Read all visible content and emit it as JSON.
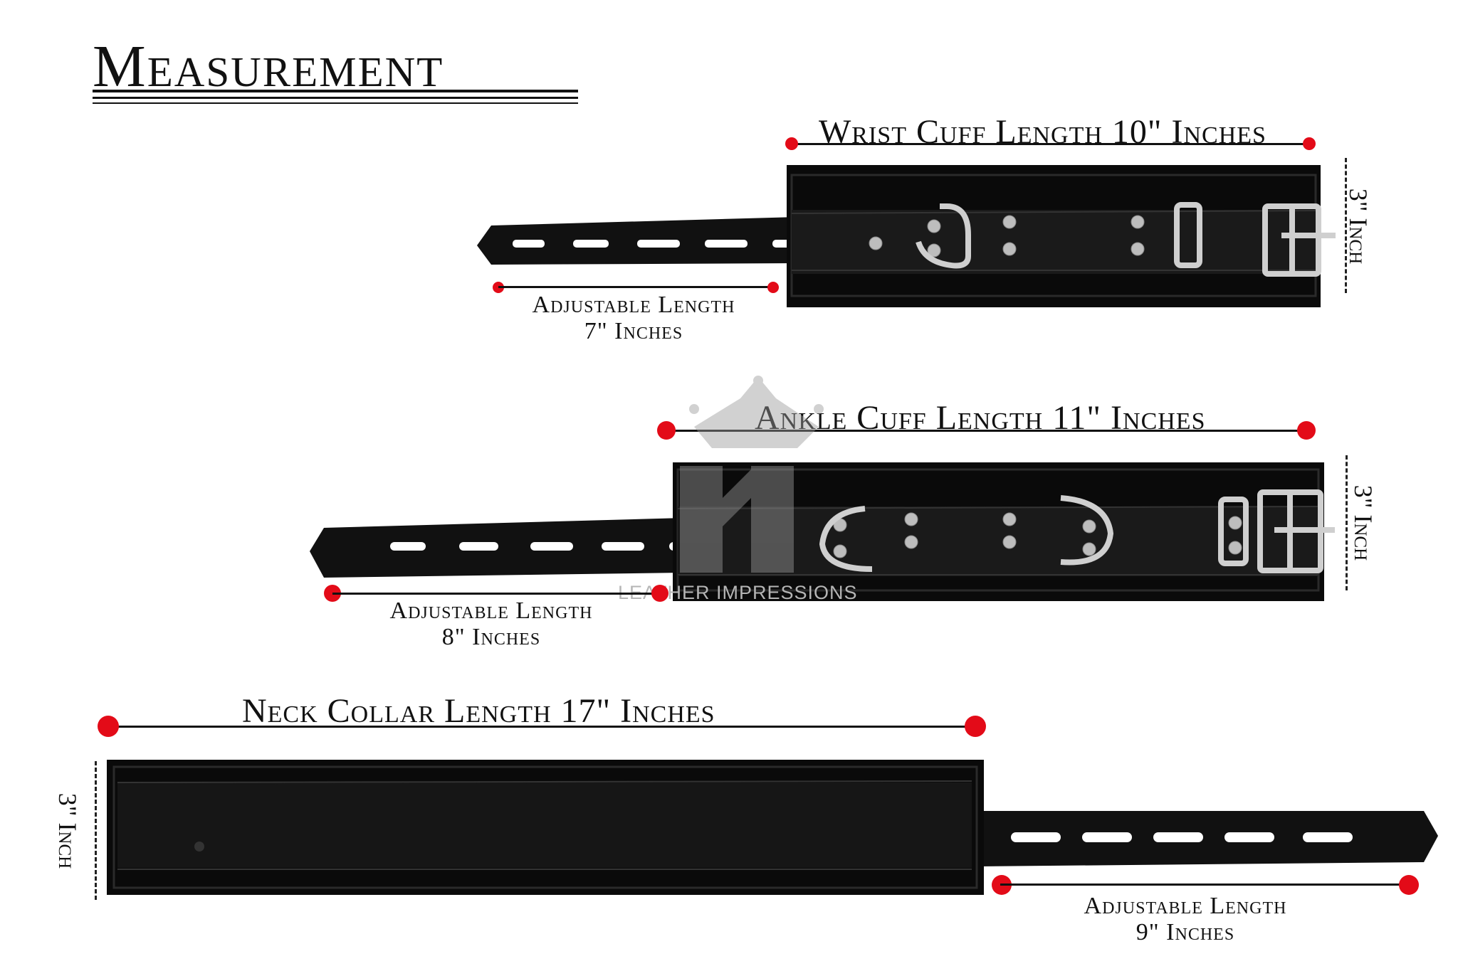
{
  "heading": {
    "title": "Measurement"
  },
  "wrist": {
    "length_label": "Wrist Cuff Length 10\" Inches",
    "height_label": "3\" Inch",
    "adjust_line1": "Adjustable Length",
    "adjust_line2": "7\" Inches"
  },
  "ankle": {
    "length_label": "Ankle Cuff Length 11\" Inches",
    "height_label": "3\" Inch",
    "adjust_line1": "Adjustable Length",
    "adjust_line2": "8\" Inches"
  },
  "neck": {
    "length_label": "Neck Collar Length 17\" Inches",
    "height_label": "3\" Inch",
    "adjust_line1": "Adjustable Length",
    "adjust_line2": "9\" Inches"
  },
  "watermark": {
    "text": "LEATHER IMPRESSIONS"
  },
  "colors": {
    "marker": "#e30b18",
    "leather": "#111111",
    "metal": "#c8c8c8",
    "background": "#ffffff"
  }
}
